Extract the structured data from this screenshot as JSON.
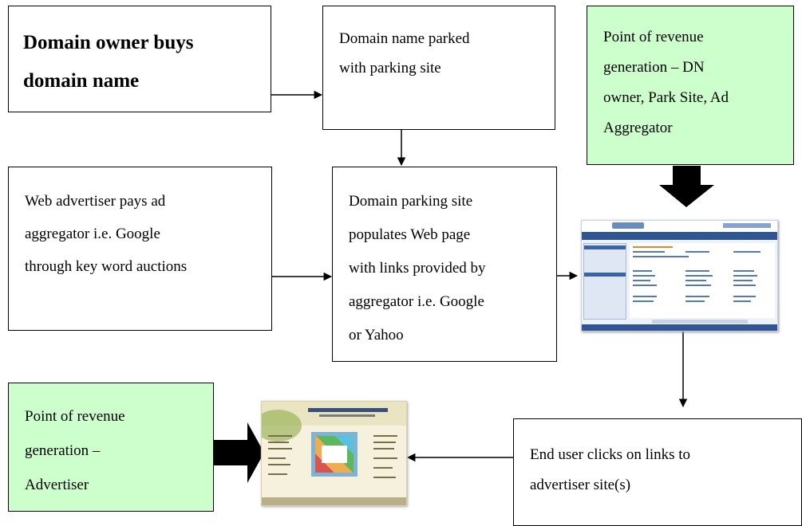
{
  "boxes": {
    "domain_owner": [
      "Domain owner buys",
      "domain name"
    ],
    "domain_parked": [
      "Domain name parked",
      "with parking site"
    ],
    "revenue_dn": [
      "Point of revenue",
      "generation – DN",
      "owner, Park Site, Ad",
      "Aggregator"
    ],
    "advertiser_pays": [
      "Web advertiser pays ad",
      "aggregator i.e. Google",
      "through key word auctions"
    ],
    "parking_populates": [
      "Domain parking site",
      "populates Web page",
      "with links provided by",
      "aggregator i.e. Google",
      "or Yahoo"
    ],
    "revenue_advertiser": [
      "Point of revenue",
      "generation –",
      "Advertiser"
    ],
    "end_user": [
      "End user clicks on links to",
      "advertiser site(s)"
    ]
  },
  "colors": {
    "revenue_box_fill": "#ccffcc",
    "box_border": "#000000",
    "arrow": "#000000"
  },
  "images": {
    "parking_page": "parked-domain-web-page-thumbnail",
    "advertiser_site": "advertiser-website-thumbnail"
  }
}
